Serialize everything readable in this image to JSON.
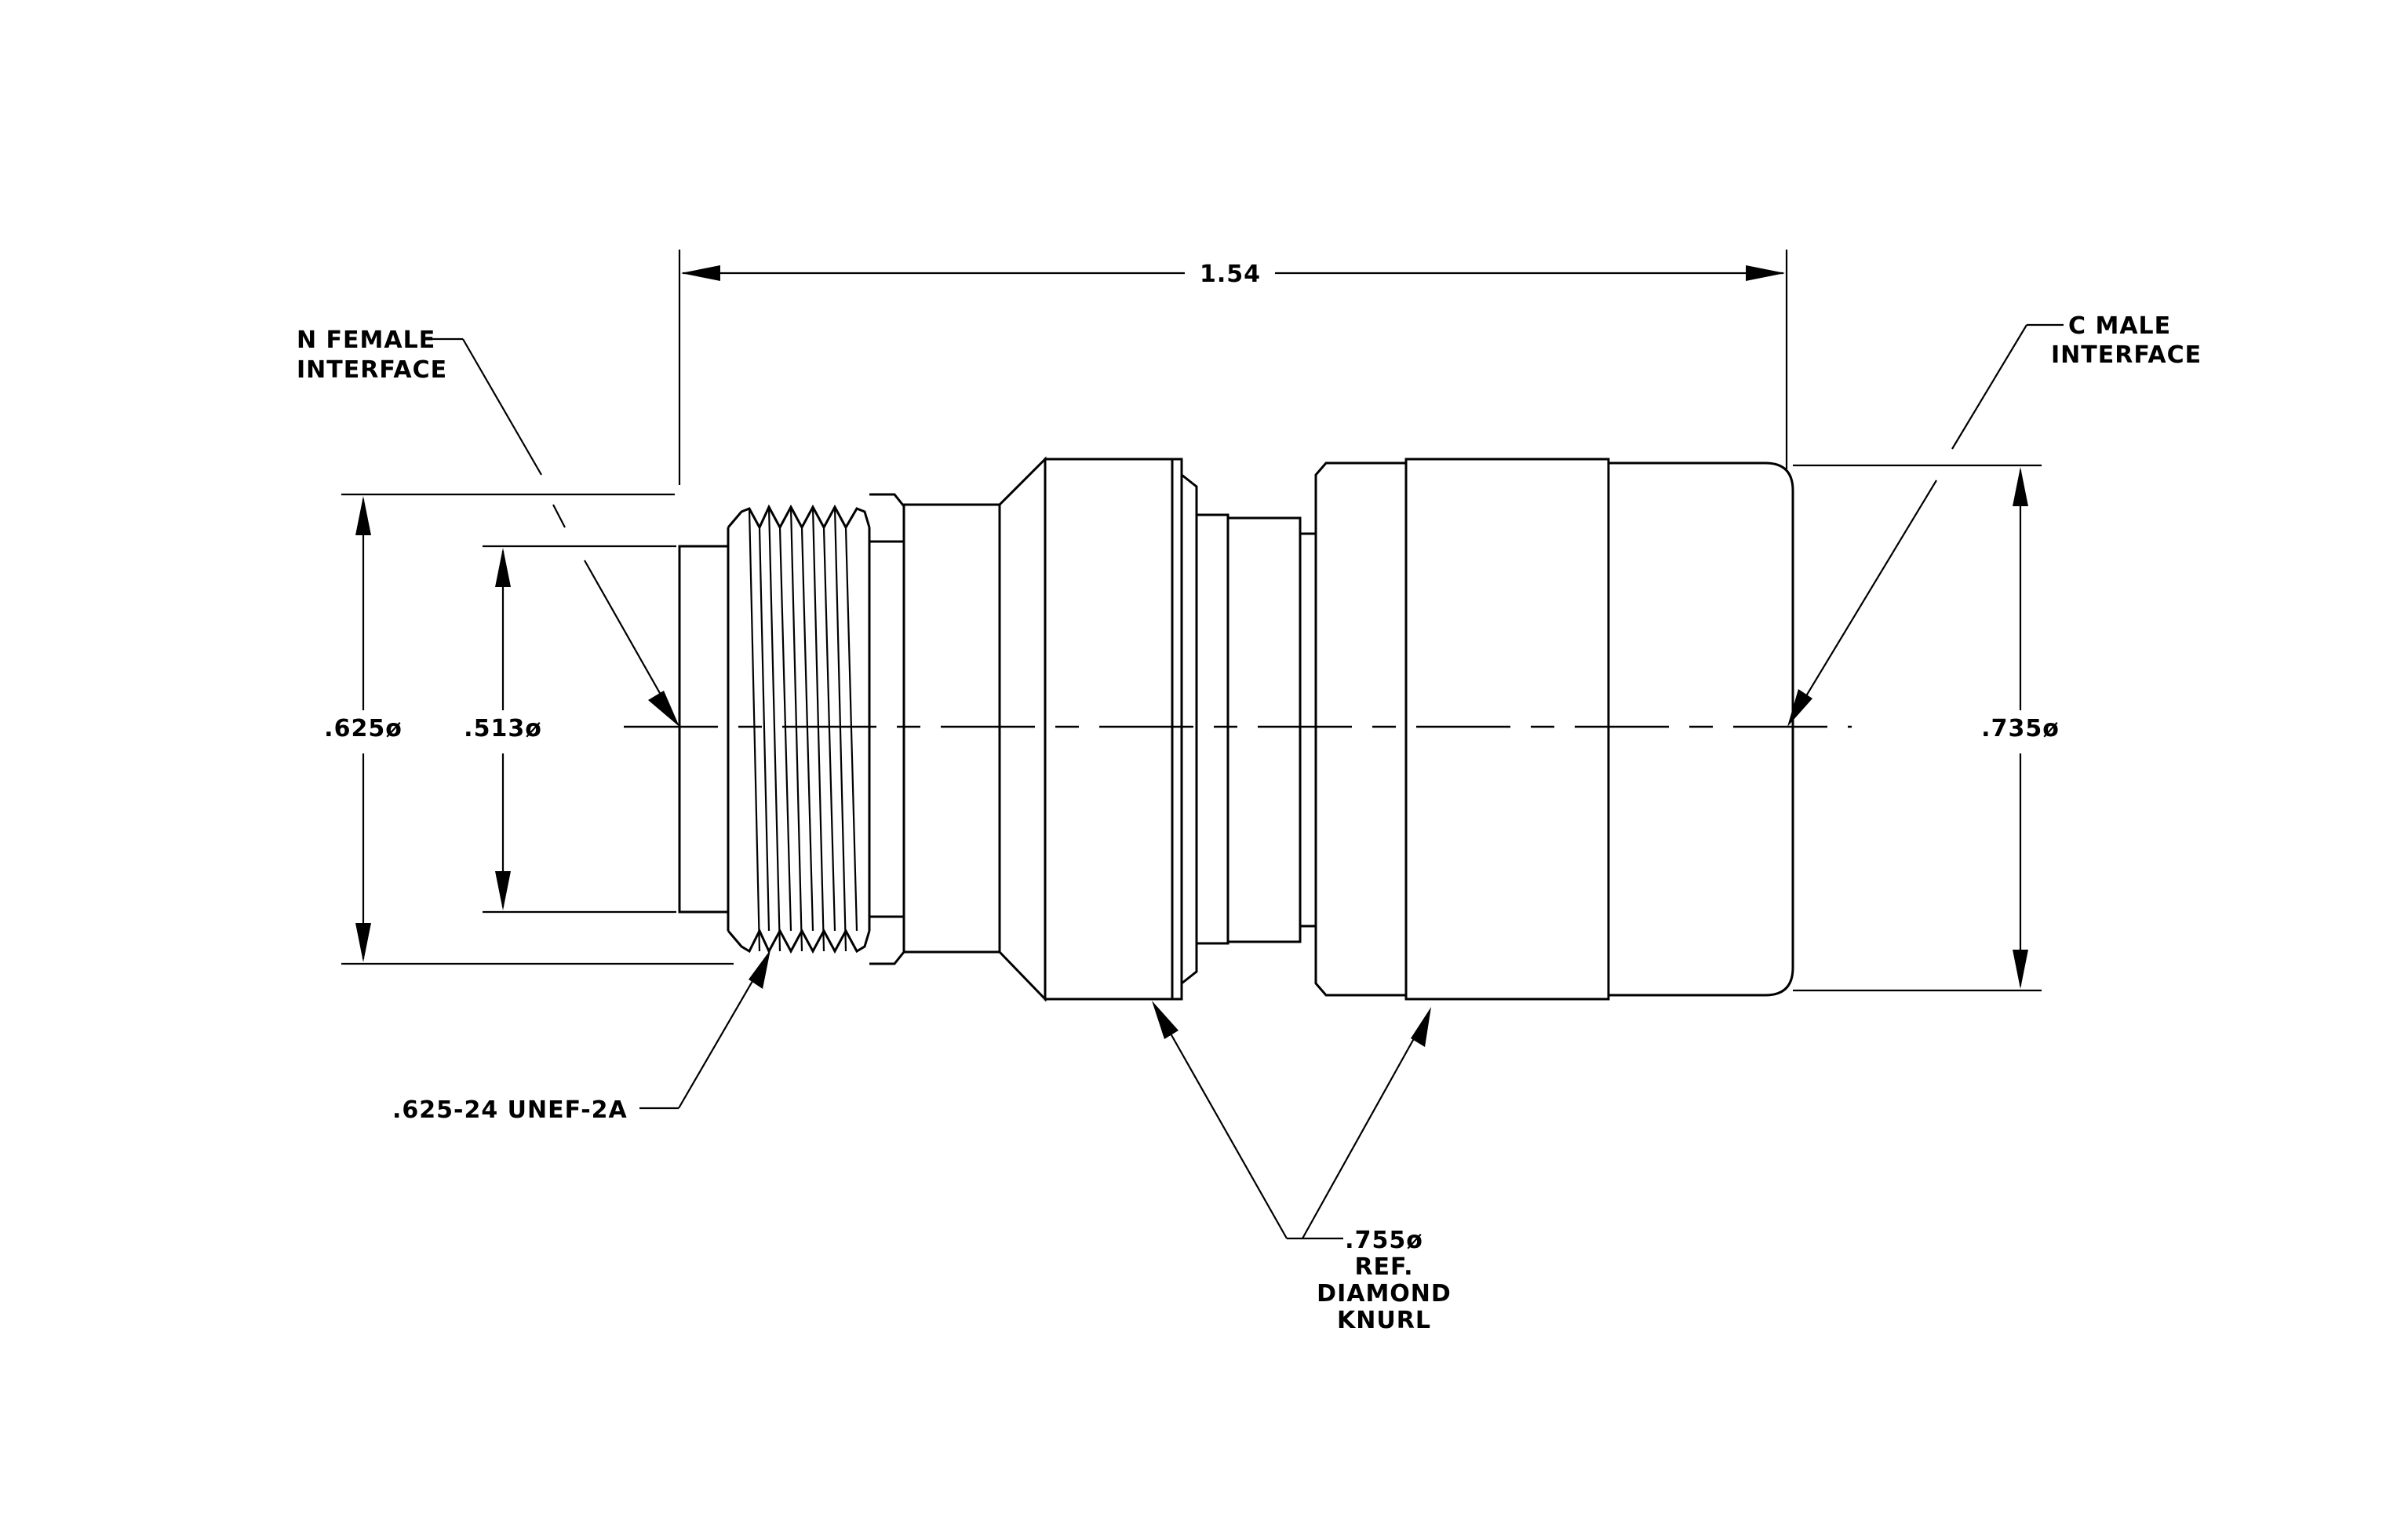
{
  "drawing": {
    "overall_length": "1.54",
    "female_interface": [
      "N  FEMALE",
      "INTERFACE"
    ],
    "male_interface": [
      "C  MALE",
      "INTERFACE"
    ],
    "outer_dia_female": ".625ø",
    "inner_dia_female": ".513ø",
    "outer_dia_male": ".735ø",
    "thread_spec": ".625-24  UNEF-2A",
    "knurl_note": [
      ".755ø",
      "REF.",
      "DIAMOND",
      "KNURL"
    ]
  },
  "colors": {
    "line": "#000000",
    "background": "#ffffff"
  }
}
